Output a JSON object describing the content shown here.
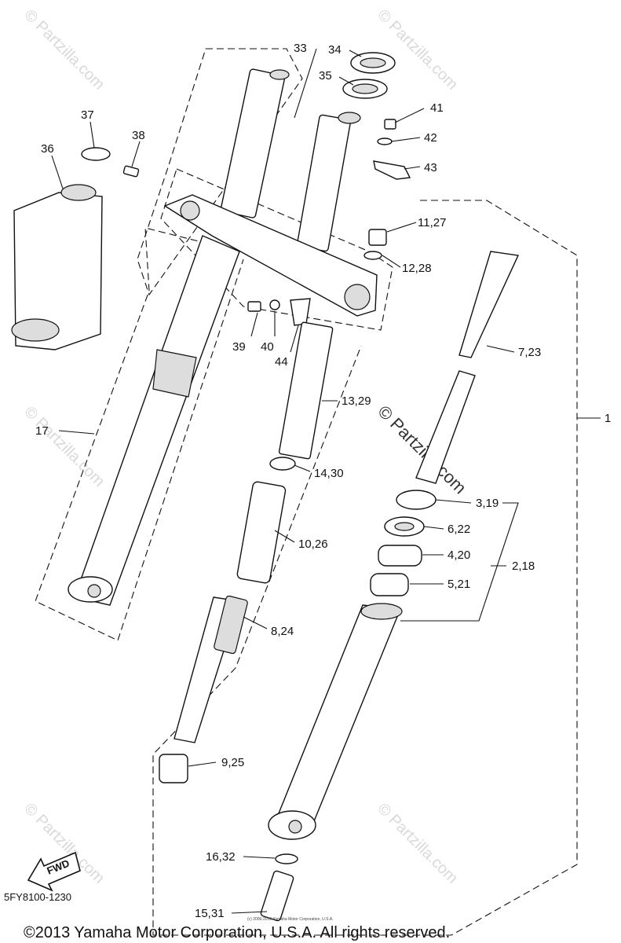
{
  "callouts": {
    "c33": "33",
    "c34": "34",
    "c35": "35",
    "c41": "41",
    "c42": "42",
    "c43": "43",
    "c37": "37",
    "c38": "38",
    "c36": "36",
    "c11_27": "11,27",
    "c12_28": "12,28",
    "c39": "39",
    "c40": "40",
    "c44": "44",
    "c7_23": "7,23",
    "c13_29": "13,29",
    "c1": "1",
    "c17": "17",
    "c14_30": "14,30",
    "c3_19": "3,19",
    "c6_22": "6,22",
    "c10_26": "10,26",
    "c4_20": "4,20",
    "c2_18": "2,18",
    "c5_21": "5,21",
    "c8_24": "8,24",
    "c9_25": "9,25",
    "c16_32": "16,32",
    "c15_31": "15,31"
  },
  "fwd_label": "FWD",
  "diagram_code": "5FY8100-1230",
  "copyright": "©2013 Yamaha Motor Corporation, U.S.A. All rights reserved.",
  "small_copyright": "(c) 2006-2016 Yamaha Motor Corporation, U.S.A.",
  "watermark": "© Partzilla.com"
}
